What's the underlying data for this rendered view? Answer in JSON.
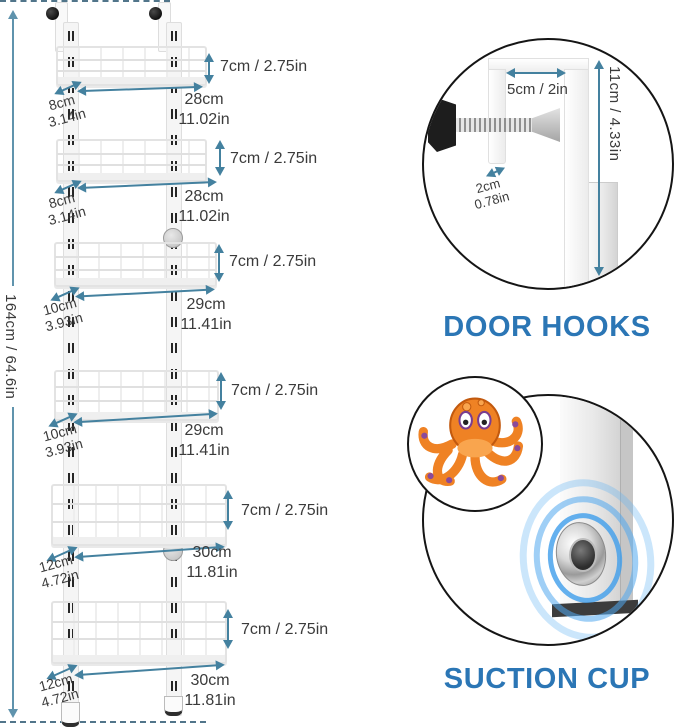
{
  "colors": {
    "arrow": "#44819f",
    "dim_text": "#3b3b3b",
    "heading": "#2b76b5"
  },
  "rack": {
    "total_height_label": "164cm / 64.6in",
    "baskets": [
      {
        "height_label": "7cm / 2.75in",
        "width_cm": "28cm",
        "width_in": "11.02in",
        "depth_cm": "8cm",
        "depth_in": "3.14in"
      },
      {
        "height_label": "7cm / 2.75in",
        "width_cm": "28cm",
        "width_in": "11.02in",
        "depth_cm": "8cm",
        "depth_in": "3.14in"
      },
      {
        "height_label": "7cm / 2.75in",
        "width_cm": "29cm",
        "width_in": "11.41in",
        "depth_cm": "10cm",
        "depth_in": "3.93in"
      },
      {
        "height_label": "7cm / 2.75in",
        "width_cm": "29cm",
        "width_in": "11.41in",
        "depth_cm": "10cm",
        "depth_in": "3.93in"
      },
      {
        "height_label": "7cm / 2.75in",
        "width_cm": "30cm",
        "width_in": "11.81in",
        "depth_cm": "12cm",
        "depth_in": "4.72in"
      },
      {
        "height_label": "7cm / 2.75in",
        "width_cm": "30cm",
        "width_in": "11.81in",
        "depth_cm": "12cm",
        "depth_in": "4.72in"
      }
    ]
  },
  "door_hooks": {
    "title": "DOOR HOOKS",
    "hook_width_label": "5cm / 2in",
    "hook_thickness_cm": "2cm",
    "hook_thickness_in": "0.78in",
    "hook_height_label": "11cm / 4.33in"
  },
  "suction_cup": {
    "title": "SUCTION CUP"
  }
}
